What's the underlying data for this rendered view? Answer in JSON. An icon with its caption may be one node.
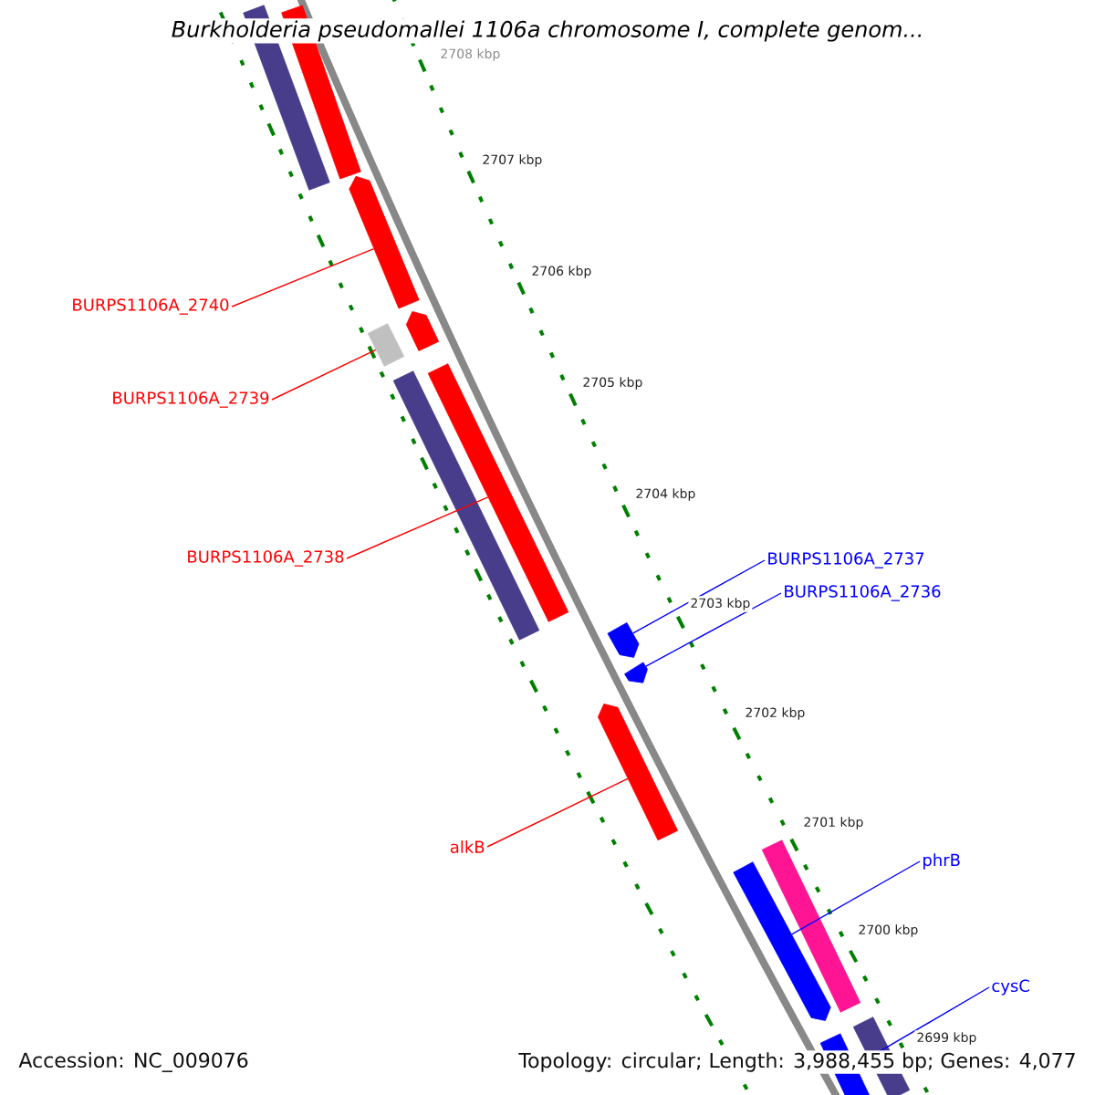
{
  "diagram": {
    "title": "Burkholderia pseudomallei 1106a chromosome I, complete genom...",
    "nodes": [
      {
        "text": [
          "BURPS1106A_2740"
        ]
      },
      {
        "text": [
          "BURPS1106A_2739"
        ]
      },
      {
        "text": [
          "BURPS1106A_2738"
        ]
      },
      {
        "text": [
          "BURPS1106A_2737"
        ]
      },
      {
        "text": [
          "BURPS1106A_2736"
        ]
      },
      {
        "text": [
          "alkB"
        ]
      },
      {
        "text": [
          "phrB"
        ]
      },
      {
        "text": [
          "cysC"
        ]
      },
      {
        "text": [],
        "shape": "bar"
      },
      {
        "text": [],
        "shape": "bar"
      },
      {
        "text": [],
        "shape": "bar"
      },
      {
        "text": [],
        "shape": "bar"
      },
      {
        "text": [],
        "shape": "bar"
      },
      {
        "text": [],
        "shape": "bar"
      },
      {
        "text": [],
        "shape": "bar"
      },
      {
        "text": [],
        "shape": "bar"
      },
      {
        "text": [],
        "shape": "bar"
      },
      {
        "text": [],
        "shape": "bar"
      },
      {
        "text": [],
        "shape": "bar"
      },
      {
        "text": [],
        "shape": "bar"
      },
      {
        "text": [],
        "shape": "bar"
      },
      {
        "text": [],
        "shape": "bar"
      }
    ],
    "edges": [
      {
        "from": 0,
        "to": 10,
        "arrow": "none"
      },
      {
        "from": 1,
        "to": 11,
        "arrow": "none"
      },
      {
        "from": 2,
        "to": 14,
        "arrow": "none"
      },
      {
        "from": 3,
        "to": 15,
        "arrow": "none",
        "color": "#0000ff"
      },
      {
        "from": 4,
        "to": 16,
        "arrow": "none",
        "color": "#0000ff"
      },
      {
        "from": 5,
        "to": 17,
        "arrow": "none"
      },
      {
        "from": 6,
        "to": 18,
        "arrow": "none",
        "color": "#0000ff"
      },
      {
        "from": 7,
        "to": 20,
        "arrow": "none",
        "color": "#0000ff"
      }
    ],
    "labels": [
      "2708 kbp",
      "2707 kbp",
      "2706 kbp",
      "2705 kbp",
      "2704 kbp",
      "2703 kbp",
      "2702 kbp",
      "2701 kbp",
      "2700 kbp",
      "2699 kbp",
      "Accession: NC_009076",
      "Topology: circular; Length: 3,988,455 bp; Genes: 4,077"
    ]
  }
}
